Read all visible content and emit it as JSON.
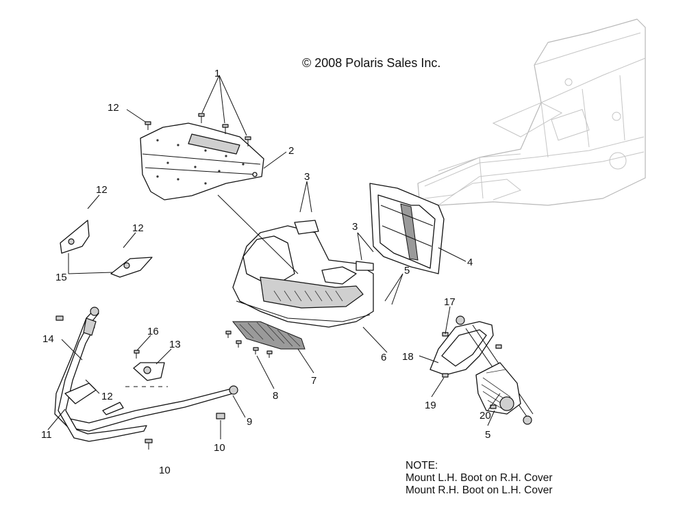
{
  "copyright": "© 2008 Polaris Sales Inc.",
  "note": {
    "title": "NOTE:",
    "lines": [
      "Mount L.H. Boot on R.H. Cover",
      "Mount R.H. Boot on L.H. Cover"
    ]
  },
  "callouts": [
    {
      "id": "c1",
      "label": "1"
    },
    {
      "id": "c2",
      "label": "2"
    },
    {
      "id": "c3a",
      "label": "3"
    },
    {
      "id": "c3b",
      "label": "3"
    },
    {
      "id": "c4",
      "label": "4"
    },
    {
      "id": "c5a",
      "label": "5"
    },
    {
      "id": "c5b",
      "label": "5"
    },
    {
      "id": "c6",
      "label": "6"
    },
    {
      "id": "c7",
      "label": "7"
    },
    {
      "id": "c8",
      "label": "8"
    },
    {
      "id": "c9",
      "label": "9"
    },
    {
      "id": "c10a",
      "label": "10"
    },
    {
      "id": "c10b",
      "label": "10"
    },
    {
      "id": "c11",
      "label": "11"
    },
    {
      "id": "c12a",
      "label": "12"
    },
    {
      "id": "c12b",
      "label": "12"
    },
    {
      "id": "c12c",
      "label": "12"
    },
    {
      "id": "c12d",
      "label": "12"
    },
    {
      "id": "c13",
      "label": "13"
    },
    {
      "id": "c14",
      "label": "14"
    },
    {
      "id": "c15",
      "label": "15"
    },
    {
      "id": "c16",
      "label": "16"
    },
    {
      "id": "c17",
      "label": "17"
    },
    {
      "id": "c18",
      "label": "18"
    },
    {
      "id": "c19",
      "label": "19"
    },
    {
      "id": "c20",
      "label": "20"
    }
  ]
}
